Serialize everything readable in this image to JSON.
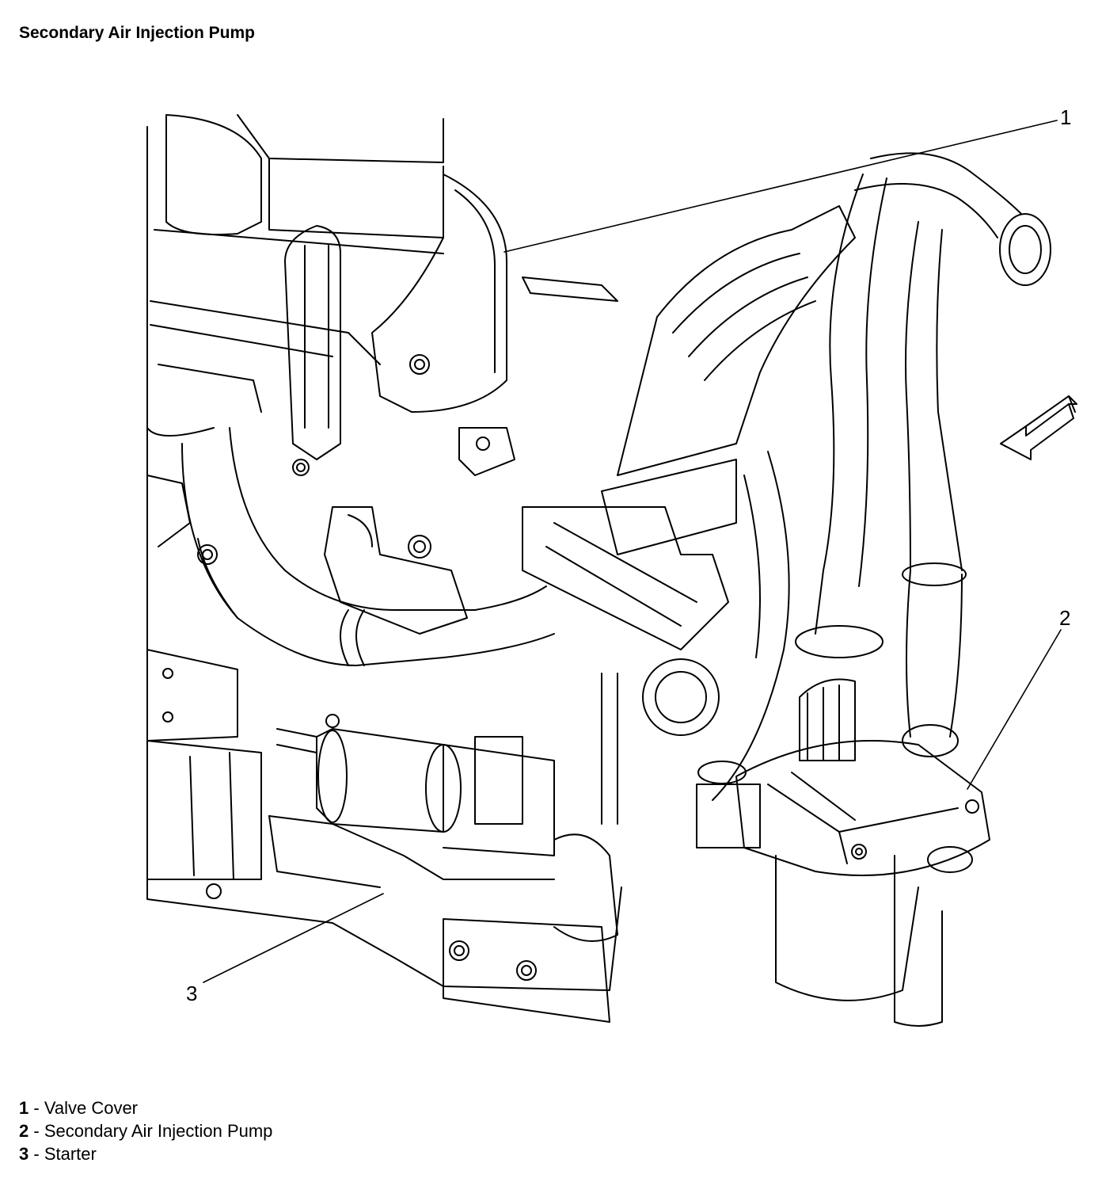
{
  "title": "Secondary Air Injection Pump",
  "callouts": [
    {
      "number": "1",
      "label": "Valve Cover"
    },
    {
      "number": "2",
      "label": "Secondary Air Injection Pump"
    },
    {
      "number": "3",
      "label": "Starter"
    }
  ],
  "legend_separator": " - ",
  "colors": {
    "line": "#000000",
    "background": "#ffffff"
  }
}
